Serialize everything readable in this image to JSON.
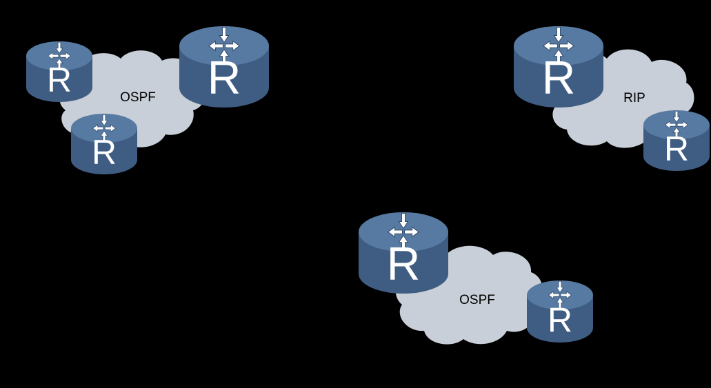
{
  "diagram": {
    "title": "",
    "background_color": "#000000",
    "cloud_color": "#c9cfd8",
    "router_side_color": "#3f5d82",
    "router_top_color": "#577aa2",
    "router_symbol_color": "#ffffff",
    "router_icon": "router-icon",
    "clouds": [
      {
        "id": "cloud-ospf-top-left",
        "label": "OSPF",
        "routers": [
          {
            "id": "router-a",
            "letter": "R"
          },
          {
            "id": "router-b",
            "letter": "R"
          },
          {
            "id": "router-c",
            "letter": "R"
          }
        ]
      },
      {
        "id": "cloud-rip-top-right",
        "label": "RIP",
        "routers": [
          {
            "id": "router-d",
            "letter": "R"
          },
          {
            "id": "router-e",
            "letter": "R"
          }
        ]
      },
      {
        "id": "cloud-ospf-bottom",
        "label": "OSPF",
        "routers": [
          {
            "id": "router-f",
            "letter": "R"
          },
          {
            "id": "router-g",
            "letter": "R"
          }
        ]
      }
    ]
  }
}
